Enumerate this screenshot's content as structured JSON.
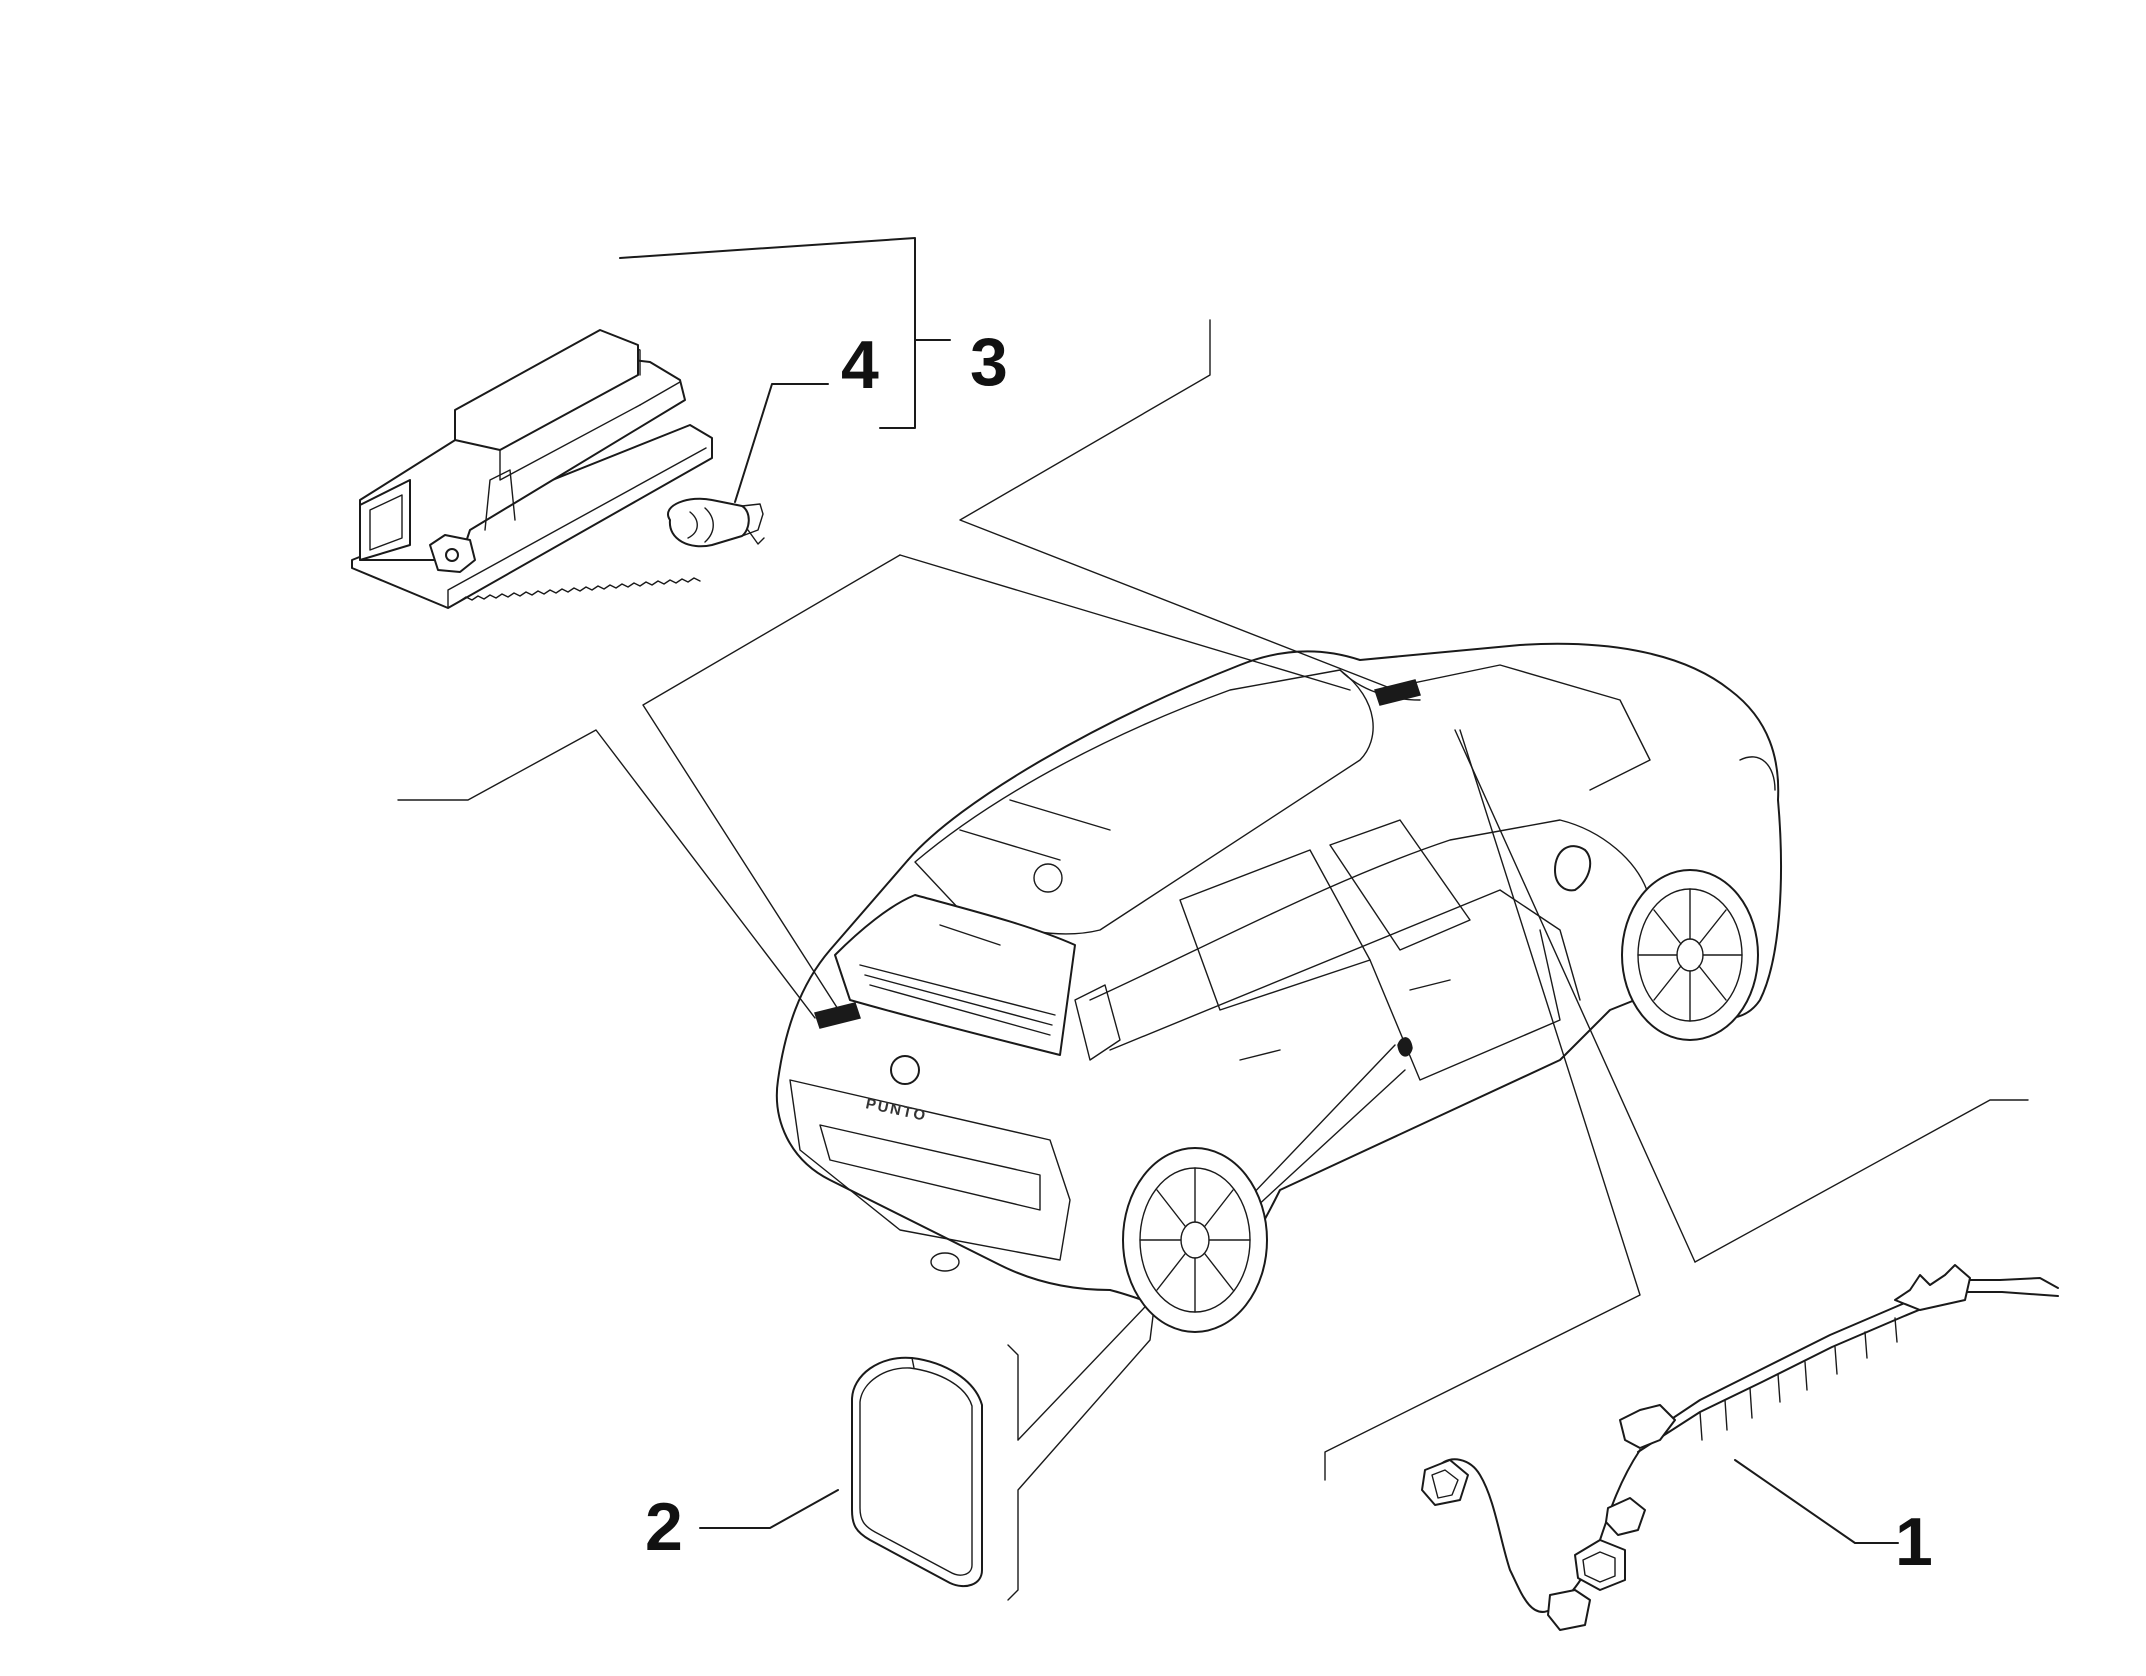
{
  "diagram": {
    "callouts": [
      {
        "id": "1",
        "label": "1"
      },
      {
        "id": "2",
        "label": "2"
      },
      {
        "id": "3",
        "label": "3"
      },
      {
        "id": "4",
        "label": "4"
      }
    ],
    "parts": {
      "1": "wiring-harness",
      "2": "lens-cover",
      "3": "lamp-housing",
      "4": "bulb"
    },
    "vehicle_badge": "PUNTO"
  }
}
